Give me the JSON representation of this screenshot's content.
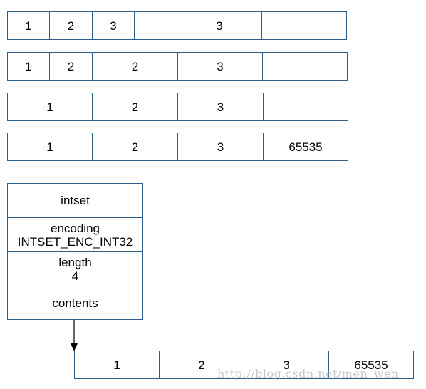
{
  "layouts": [
    {
      "cells": [
        "1",
        "2",
        "3",
        "",
        "3",
        ""
      ]
    },
    {
      "cells": [
        "1",
        "2",
        "2",
        "3",
        ""
      ]
    },
    {
      "cells": [
        "1",
        "2",
        "3",
        ""
      ]
    },
    {
      "cells": [
        "1",
        "2",
        "3",
        "65535"
      ]
    }
  ],
  "intset": {
    "title": "intset",
    "encoding_label": "encoding",
    "encoding_value": "INTSET_ENC_INT32",
    "length_label": "length",
    "length_value": "4",
    "contents_label": "contents"
  },
  "contents_array": [
    "1",
    "2",
    "3",
    "65535"
  ],
  "watermark": "http://blog.csdn.net/men_wen",
  "colors": {
    "border": "#2f5d8a",
    "text": "#000000",
    "watermark": "#c8c8c8"
  }
}
